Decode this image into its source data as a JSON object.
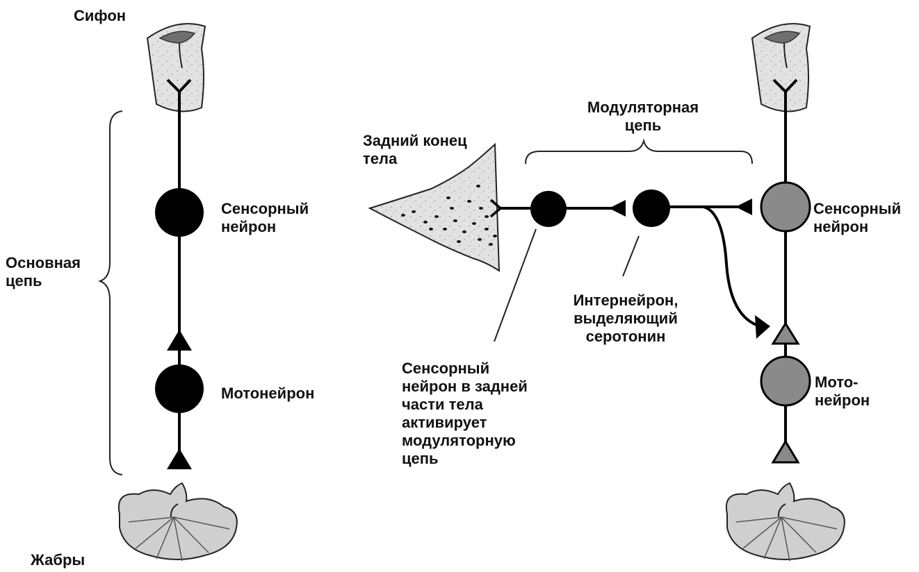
{
  "labels": {
    "siphon": "Сифон",
    "gills": "Жабры",
    "main_circuit": "Основная\nцепь",
    "sensory_left": "Сенсорный\nнейрон",
    "motor_left": "Мотонейрон",
    "tail": "Задний конец\nтела",
    "modulatory_circuit": "Модуляторная\nцепь",
    "sensory_right": "Сенсорный\nнейрон",
    "interneuron": "Интернейрон,\nвыделяющий\nсеротонин",
    "tail_sensory": "Сенсорный\nнейрон в задней\nчасти тела\nактивирует\nмодуляторную\nцепь",
    "motor_right": "Мото-\nнейрон"
  },
  "colors": {
    "neuron_basic": "#000000",
    "neuron_modulated": "#8a8a8a",
    "organ_fill": "#d2d2d2",
    "line": "#000000"
  }
}
